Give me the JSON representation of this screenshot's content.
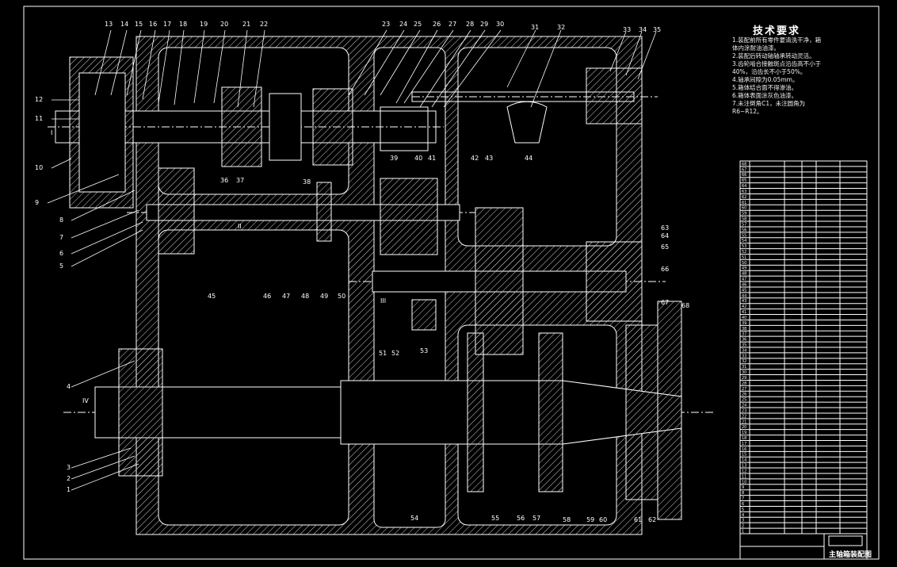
{
  "technical_requirements": {
    "title": "技术要求",
    "items": [
      "1.装配前所有零件要清洗干净，箱",
      "体内涂耐油油漆。",
      "2.装配后转动轴轴承转动灵活。",
      "3.齿轮啮合接触斑点沿齿高不小于",
      "40%，沿齿长不小于50%。",
      "4.轴承间隙为0.05mm。",
      "5.箱体结合面不得渗油。",
      "6.箱体表面涂灰色油漆。",
      "7.未注倒角C1，未注圆角为",
      "R6~R12。"
    ]
  },
  "drawing_title": "主轴箱装配图",
  "section_labels": [
    "I",
    "II",
    "III",
    "IV"
  ],
  "part_callouts": {
    "top": [
      "13",
      "14",
      "15",
      "16",
      "17",
      "18",
      "19",
      "20",
      "21",
      "22",
      "23",
      "24",
      "25",
      "26",
      "27",
      "28",
      "29",
      "30",
      "31",
      "32",
      "33",
      "34",
      "35"
    ],
    "left": [
      "12",
      "11",
      "10",
      "9",
      "8",
      "7",
      "6",
      "5",
      "4",
      "3",
      "2",
      "1"
    ],
    "middle": [
      "36",
      "37",
      "38",
      "39",
      "40",
      "41",
      "42",
      "43",
      "44",
      "45",
      "46",
      "47",
      "48",
      "49",
      "50",
      "51",
      "52",
      "53"
    ],
    "right": [
      "63",
      "64",
      "65",
      "66",
      "67",
      "68"
    ],
    "bottom": [
      "54",
      "55",
      "56",
      "57",
      "58",
      "59",
      "60",
      "61",
      "62"
    ]
  },
  "bom_rows": [
    "68",
    "67",
    "66",
    "65",
    "64",
    "63",
    "62",
    "61",
    "60",
    "59",
    "58",
    "57",
    "56",
    "55",
    "54",
    "53",
    "52",
    "51",
    "50",
    "49",
    "48",
    "47",
    "46",
    "45",
    "44",
    "43",
    "42",
    "41",
    "40",
    "39",
    "38",
    "37",
    "36",
    "35",
    "34",
    "33",
    "32",
    "31",
    "30",
    "29",
    "28",
    "27",
    "26",
    "25",
    "24",
    "23",
    "22",
    "21",
    "20",
    "19",
    "18",
    "17",
    "16",
    "15",
    "14",
    "13",
    "12",
    "11",
    "10",
    "9",
    "8",
    "7",
    "6",
    "5",
    "4",
    "3",
    "2",
    "1"
  ],
  "colors": {
    "background": "#000000",
    "line": "#ffffff",
    "hatch": "#dddddd"
  }
}
